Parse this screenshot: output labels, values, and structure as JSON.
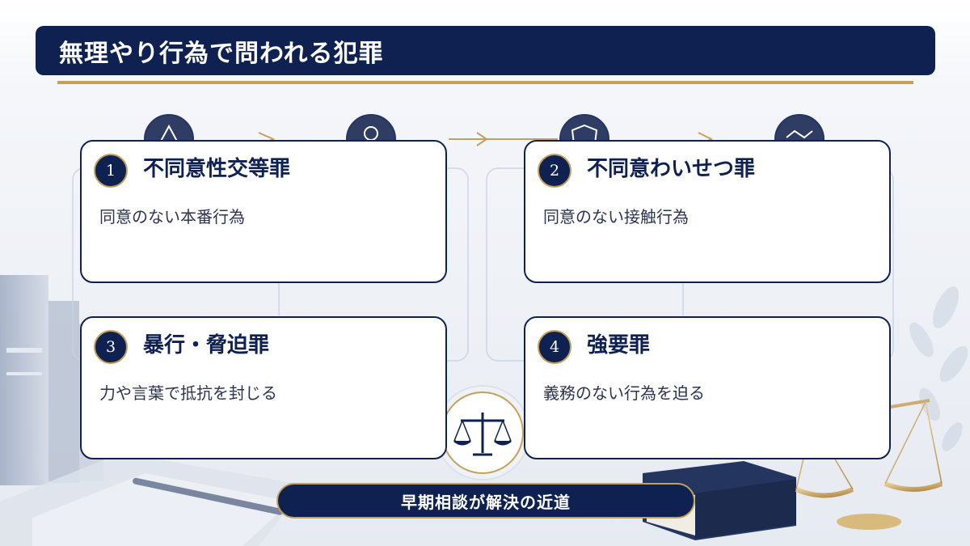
{
  "title": "無理やり行為で問われる犯罪",
  "cards": [
    {
      "num": "1",
      "title": "不同意性交等罪",
      "desc": "同意のない本番行為"
    },
    {
      "num": "2",
      "title": "不同意わいせつ罪",
      "desc": "同意のない接触行為"
    },
    {
      "num": "3",
      "title": "暴行・脅迫罪",
      "desc": "力や言葉で抵抗を封じる"
    },
    {
      "num": "4",
      "title": "強要罪",
      "desc": "義務のない行為を迫る"
    }
  ],
  "footer": "早期相談が解決の近道",
  "icons": [
    "warning-icon",
    "person-icon",
    "shield-icon",
    "handshake-icon",
    "scales-of-justice-icon"
  ],
  "colors": {
    "navy": "#0e2151",
    "gold": "#c4a15a",
    "background": "#eef1f6"
  }
}
